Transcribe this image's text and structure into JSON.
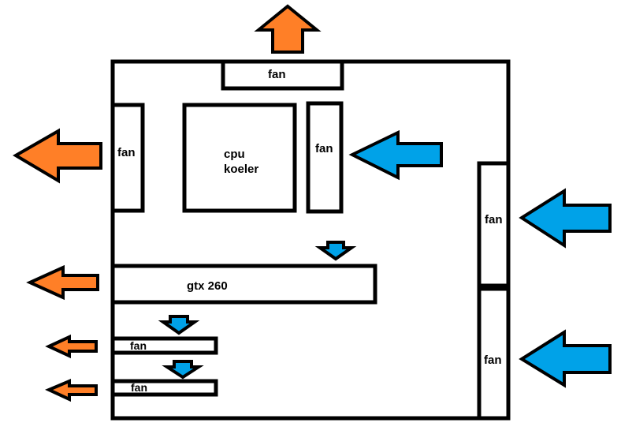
{
  "colors": {
    "outflow_arrow": "#ff7f27",
    "inflow_arrow": "#00a2e8",
    "outline": "#000000",
    "background": "#ffffff"
  },
  "labels": {
    "fan_top": "fan",
    "fan_left": "fan",
    "cpu_line1": "cpu",
    "cpu_line2": "koeler",
    "fan_cpu_right": "fan",
    "fan_front_upper": "fan",
    "fan_front_lower": "fan",
    "gpu": "gtx 260",
    "fan_slot_upper": "fan",
    "fan_slot_lower": "fan"
  },
  "icons": {
    "outflow": "arrow-left-icon",
    "outflow_up": "arrow-up-icon",
    "inflow": "arrow-left-icon",
    "inflow_down": "arrow-down-icon"
  }
}
